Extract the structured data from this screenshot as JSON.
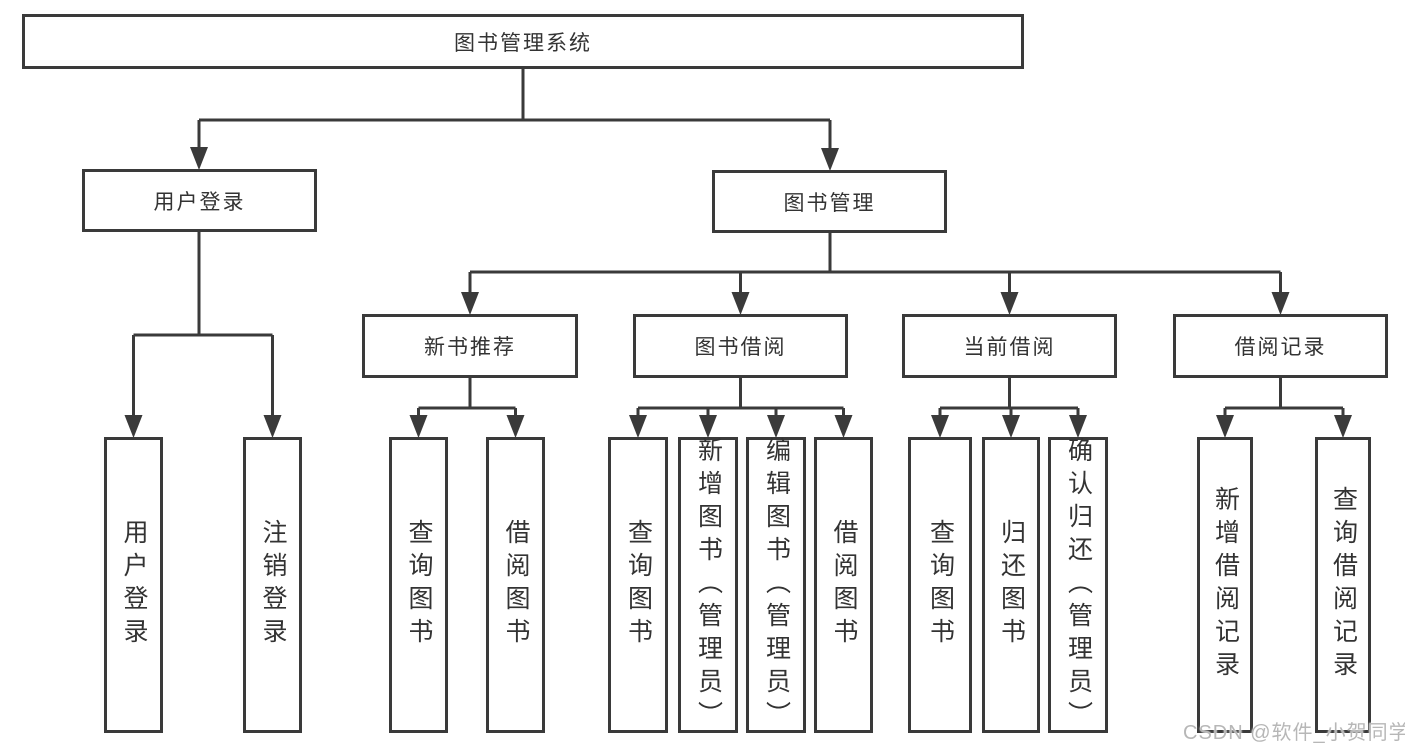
{
  "diagram": {
    "title": "图书管理系统",
    "level2": {
      "user_login": {
        "label": "用户登录",
        "children": [
          {
            "label": "用户登录"
          },
          {
            "label": "注销登录"
          }
        ]
      },
      "book_management": {
        "label": "图书管理",
        "children": [
          {
            "label": "新书推荐",
            "children": [
              {
                "label": "查询图书"
              },
              {
                "label": "借阅图书"
              }
            ]
          },
          {
            "label": "图书借阅",
            "children": [
              {
                "label": "查询图书"
              },
              {
                "label": "新增图书（管理员）"
              },
              {
                "label": "编辑图书（管理员）"
              },
              {
                "label": "借阅图书"
              }
            ]
          },
          {
            "label": "当前借阅",
            "children": [
              {
                "label": "查询图书"
              },
              {
                "label": "归还图书"
              },
              {
                "label": "确认归还（管理员）"
              }
            ]
          },
          {
            "label": "借阅记录",
            "children": [
              {
                "label": "新增借阅记录"
              },
              {
                "label": "查询借阅记录"
              }
            ]
          }
        ]
      }
    },
    "watermark": "CSDN @软件_小贺同学"
  },
  "colors": {
    "line": "#3a3a3a",
    "text": "#333333",
    "box_background": "#ffffff",
    "watermark": "#b7b7b7"
  }
}
